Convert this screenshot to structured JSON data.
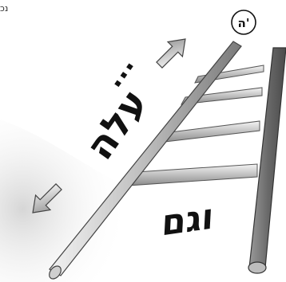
{
  "page": {
    "corner_text": "נכ",
    "circle_label": "ה'",
    "handwriting": {
      "word_upper": "עלה",
      "word_lower": "וגם",
      "ellipsis": "..."
    }
  },
  "colors": {
    "ink": "#111111",
    "rail_light": "#d9d9d9",
    "rail_dark": "#6e6e6e",
    "shade": "#e8e8e8"
  },
  "icons": [
    "up-right-arrow-icon",
    "down-left-arrow-icon",
    "ladder-illustration"
  ]
}
